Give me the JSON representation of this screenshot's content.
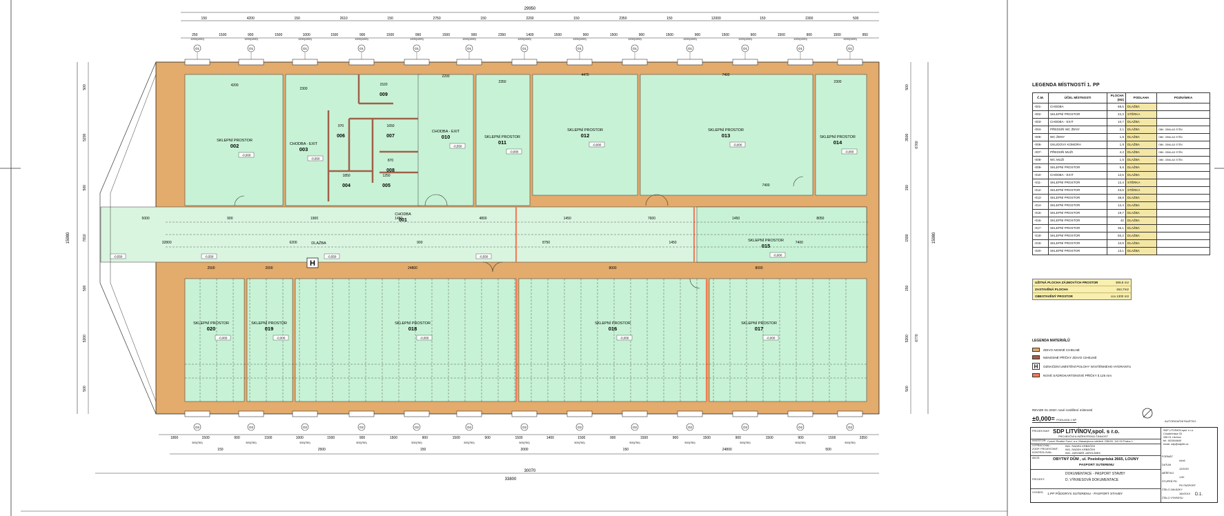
{
  "overall_dims": {
    "top_total": "29950",
    "top_segments": [
      "150",
      "4200",
      "150",
      "2610",
      "150",
      "2750",
      "150",
      "2200",
      "150",
      "2350",
      "150",
      "12000",
      "150",
      "2300",
      "500"
    ],
    "top_windows": [
      "250",
      "1500",
      "900",
      "1500",
      "1000",
      "1500",
      "900",
      "1500",
      "990",
      "1500",
      "900",
      "2350",
      "1400",
      "1500",
      "900",
      "1500",
      "900",
      "1500",
      "900",
      "1500",
      "900",
      "1500",
      "900",
      "1500",
      "950"
    ],
    "top_window_sub": "1200(1200)",
    "bottom_windows": [
      "1800",
      "1500",
      "900",
      "1500",
      "1000",
      "1500",
      "900",
      "1500",
      "900",
      "1500",
      "900",
      "1500",
      "1400",
      "1500",
      "900",
      "1500",
      "900",
      "1500",
      "900",
      "1500",
      "900",
      "1500",
      "3350"
    ],
    "bottom_window_sub": "500(750)",
    "bottom_row2": [
      "150",
      "2500",
      "150",
      "2000",
      "150",
      "24800",
      "500"
    ],
    "bottom_total_1": "30070",
    "bottom_total_2": "33800",
    "left_dims": [
      "500",
      "5200",
      "500",
      "7810",
      "500",
      "5200",
      "500"
    ],
    "right_dims": [
      "500",
      "3500",
      "150",
      "1590",
      "150",
      "5200",
      "500"
    ],
    "right_totals": [
      "6760",
      "15980",
      "6770"
    ],
    "height_total": "15980"
  },
  "window_marks": {
    "top": "O1",
    "bottom": "O2"
  },
  "corridor": {
    "name": "CHODBA",
    "number": "001",
    "floor": "DLAŽBA",
    "hydrant": "H",
    "dims": [
      "5000",
      "900",
      "1900",
      "1450",
      "4800",
      "1450",
      "7600",
      "1450",
      "8050",
      "32800",
      "6200",
      "900",
      "8750",
      "1450",
      "7400"
    ],
    "levels": [
      "-0,550",
      "-0,550",
      "-0,550",
      "-0,550"
    ]
  },
  "rooms": [
    {
      "label": "SKLEPNÍ PROSTOR",
      "number": "002",
      "dim": "4200",
      "level": "-0,000"
    },
    {
      "label": "CHODBA - EXIT",
      "number": "003",
      "dim": "2300",
      "level": "-0,550"
    },
    {
      "label": "PŘEDSÍŇ WC ŽENY",
      "number": "004",
      "dim": "1850"
    },
    {
      "label": "WC ŽENY",
      "number": "005",
      "dim": "1250"
    },
    {
      "label": "ÚKLIDOVÁ KOMORA",
      "number": "006",
      "dim": "970"
    },
    {
      "label": "PŘEDSÍŇ WC MUŽI",
      "number": "007",
      "dim": "1650"
    },
    {
      "label": "WC MUŽI",
      "number": "008",
      "dim": "870"
    },
    {
      "label": "SKLEPNÍ PROSTOR",
      "number": "009",
      "dim": "1520"
    },
    {
      "label": "CHODBA - EXIT",
      "number": "010",
      "dim": "2200",
      "level": "-0,550"
    },
    {
      "label": "SKLEPNÍ PROSTOR",
      "number": "011",
      "dim": "2350",
      "level": "-0,000"
    },
    {
      "label": "SKLEPNÍ PROSTOR",
      "number": "012",
      "dim": "4470",
      "level": "-0,000"
    },
    {
      "label": "SKLEPNÍ PROSTOR",
      "number": "013",
      "dim": "7400",
      "level": "-0,000"
    },
    {
      "label": "SKLEPNÍ PROSTOR",
      "number": "014",
      "dim": "2300",
      "level": "-0,000"
    },
    {
      "label": "SKLEPNÍ PROSTOR",
      "number": "015",
      "dim": "7400",
      "level": "-0,000"
    },
    {
      "label": "SKLEPNÍ PROSTOR",
      "number": "016",
      "dim": "8000",
      "level": "-0,000"
    },
    {
      "label": "SKLEPNÍ PROSTOR",
      "number": "017",
      "dim": "8000",
      "level": "-0,000"
    },
    {
      "label": "SKLEPNÍ PROSTOR",
      "number": "018",
      "dim": "24800",
      "level": "-0,000"
    },
    {
      "label": "SKLEPNÍ PROSTOR",
      "number": "019",
      "dim": "2000",
      "level": "-0,000"
    },
    {
      "label": "SKLEPNÍ PROSTOR",
      "number": "020",
      "dim": "2500",
      "level": "-0,000"
    }
  ],
  "legend": {
    "title": "LEGENDA MÍSTNOSTÍ 1. PP",
    "headers": [
      "Č.M.",
      "ÚČEL MÍSTNOSTI",
      "PLOCHA (M2)",
      "PODLAHA",
      "POZNÁMKA"
    ],
    "rows": [
      [
        "-001-",
        "CHODBA",
        "68,5",
        "DLAŽBA",
        ""
      ],
      [
        "-002-",
        "SKLEPNÍ PROSTOR",
        "22,3",
        "STĚRKA",
        ""
      ],
      [
        "-003-",
        "CHODBA - EXIT",
        "10,7",
        "DLAŽBA",
        ""
      ],
      [
        "-004-",
        "PŘEDSÍŇ WC ŽENY",
        "2,1",
        "DLAŽBA",
        "OBK. OBKLAD STĚN"
      ],
      [
        "-005-",
        "WC ŽENY",
        "1,5",
        "DLAŽBA",
        "OBK. OBKLAD STĚN"
      ],
      [
        "-006-",
        "ÚKLIDOVÁ KOMORA",
        "1,9",
        "DLAŽBA",
        "OBK. OBKLAD STĚN"
      ],
      [
        "-007-",
        "PŘEDSÍŇ MUŽI",
        "4,2",
        "DLAŽBA",
        "OBK. OBKLAD STĚN"
      ],
      [
        "-008-",
        "WC MUŽI",
        "1,5",
        "DLAŽBA",
        "OBK. OBKLAD STĚN"
      ],
      [
        "-009-",
        "SKLEPNÍ PROSTOR",
        "5,6",
        "DLAŽBA",
        ""
      ],
      [
        "-010-",
        "CHODBA - EXIT",
        "12,5",
        "DLAŽBA",
        ""
      ],
      [
        "-011-",
        "SKLEPNÍ PROSTOR",
        "12,4",
        "STĚRKA",
        ""
      ],
      [
        "-012-",
        "SKLEPNÍ PROSTOR",
        "23,6",
        "STĚRKA",
        ""
      ],
      [
        "-013-",
        "SKLEPNÍ PROSTOR",
        "38,8",
        "DLAŽBA",
        ""
      ],
      [
        "-014-",
        "SKLEPNÍ PROSTOR",
        "12,4",
        "DLAŽBA",
        ""
      ],
      [
        "-015-",
        "SKLEPNÍ PROSTOR",
        "19,7",
        "DLAŽBA",
        ""
      ],
      [
        "-016-",
        "SKLEPNÍ PROSTOR",
        "42",
        "DLAŽBA",
        ""
      ],
      [
        "-017-",
        "SKLEPNÍ PROSTOR",
        "36,1",
        "DLAŽBA",
        ""
      ],
      [
        "-018-",
        "SKLEPNÍ PROSTOR",
        "50,2",
        "DLAŽBA",
        ""
      ],
      [
        "-019-",
        "SKLEPNÍ PROSTOR",
        "10,9",
        "DLAŽBA",
        ""
      ],
      [
        "-020-",
        "SKLEPNÍ PROSTOR",
        "13,1",
        "DLAŽBA",
        ""
      ]
    ]
  },
  "areas": [
    {
      "label": "UŽITNÁ PLOCHA ZÁJMOVÝCH PROSTOR",
      "value": "389,8 m2"
    },
    {
      "label": "ZASTAVĚNÁ PLOCHA",
      "value": "464,7m2"
    },
    {
      "label": "OBESTAVĚNÝ PROSTOR",
      "value": "cca 1300 m3"
    }
  ],
  "materials": {
    "title": "LEGENDA MATERIÁLŮ",
    "items": [
      {
        "label": "ZDIVO NOSNÉ CIHELNÉ",
        "color": "#e3ab6c"
      },
      {
        "label": "NENOSNÉ PŘÍČKY ZDIVO CIHELNÉ",
        "color": "#a0604a"
      },
      {
        "label": "OZNAČENÍ UMÍSTĚNÍ POLOHY NÁSTĚNNÉHO HYDRANTU",
        "symbol": "H"
      },
      {
        "label": "NOVÉ SÁDROKARTONOVÉ PŘÍČKY tl.125 mm",
        "color": "#f07d5a"
      }
    ]
  },
  "title_block": {
    "revision": "REVIZE 01-2020: nové rozdělení místností",
    "elevation": "±0,000=",
    "elevation_note": "PODLAHA 1.NP",
    "stamp": "AUTORIZAČNÍ RAZÍTKO",
    "company": "SDP LITVÍNOV,spol. s r.o.",
    "company_sub": "PROJEKČNÍ A INŽENÝRSKÁ ČINNOST",
    "investor": "Czech Realtor Fund, a.s.,Masarykovo nábřeží 235/28, 110 00 Praha 1",
    "people": [
      "ING. RADEK KRBEČEK",
      "ING. RADEK KRBEČEK",
      "ING. JAROMÍR JAROLÍMEK"
    ],
    "building": "OBYTNÝ DŮM , ul. Postoloprtská 2665, LOUNY",
    "building_sub": "PASPORT SUTERENU",
    "doc_1": "DOKUMENTACE - PASPORT STAVBY",
    "doc_2": "D. VÝKRESOVÁ DOKUMENTACE",
    "drawing": "1.PP PŮDORYS SUTERENU - PASPORT STAVBY",
    "drawing_no": "D.1.",
    "labels": [
      "PROJEKTANT:",
      "INVESTOR:",
      "VYPRACOVAL:",
      "ZODP. PROJEKTANT:",
      "KONTROLOVAL:",
      "AKCE:",
      "PROJEKT:",
      "VÝKRES:"
    ],
    "right": [
      "FORMÁT",
      "A4x6",
      "DATUM",
      "12/2020",
      "MĚŘÍTKO",
      "1:50",
      "STUPEŇ PD",
      "PD PASPORT",
      "ČÍSLO ZAKÁZKY",
      "160/2019",
      "ČÍSLO VÝKRESU"
    ],
    "right_company": [
      "SDP LITVÍNOV,spol. s r.o.",
      "Chudeřínská 33",
      "436 01 Litvínov",
      "tel.: 602844640",
      "email: sdp@sdplitv.cz"
    ]
  },
  "colors": {
    "wall": "#e3ab6c",
    "room": "#c8f2d6",
    "corridor": "#d9f5e0",
    "partition": "#a0604a",
    "new_partition": "#f07d5a",
    "area_bg": "#f8efb0"
  }
}
